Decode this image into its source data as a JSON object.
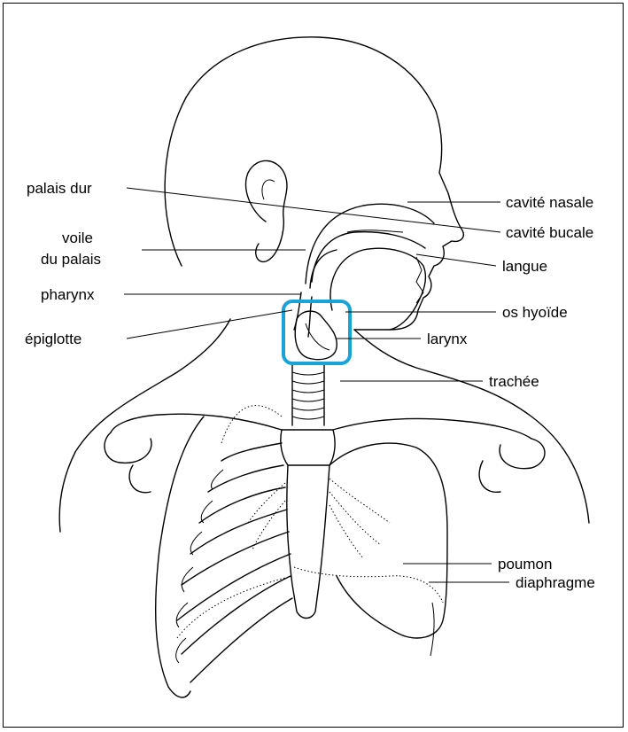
{
  "labels_left": {
    "palais_dur": "palais dur",
    "voile_line1": "voile",
    "voile_line2": "du palais",
    "pharynx": "pharynx",
    "epiglotte": "épiglotte"
  },
  "labels_right": {
    "cavite_nasale": "cavité nasale",
    "cavite_bucale": "cavité bucale",
    "langue": "langue",
    "os_hyoide": "os hyoïde",
    "larynx": "larynx",
    "trachee": "trachée",
    "poumon": "poumon",
    "diaphragme": "diaphragme"
  },
  "highlight": {
    "color": "#1aa3d6"
  }
}
